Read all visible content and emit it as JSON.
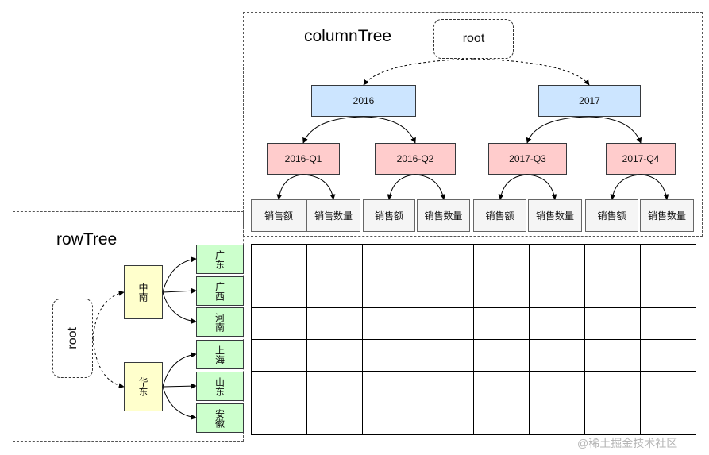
{
  "column_tree": {
    "title": "columnTree",
    "root": "root",
    "years": [
      {
        "label": "2016",
        "quarters": [
          "2016-Q1",
          "2016-Q2"
        ]
      },
      {
        "label": "2017",
        "quarters": [
          "2017-Q3",
          "2017-Q4"
        ]
      }
    ],
    "measures": [
      "销售额",
      "销售数量",
      "销售额",
      "销售数量",
      "销售额",
      "销售数量",
      "销售额",
      "销售数量"
    ]
  },
  "row_tree": {
    "title": "rowTree",
    "root": "root",
    "regions": [
      {
        "label": "中南",
        "provinces": [
          "广东",
          "广西",
          "河南"
        ]
      },
      {
        "label": "华东",
        "provinces": [
          "上海",
          "山东",
          "安徽"
        ]
      }
    ]
  },
  "grid": {
    "rows": 6,
    "cols": 8
  },
  "watermark": "@稀土掘金技术社区",
  "colors": {
    "year_fill": "#cce5ff",
    "quarter_fill": "#ffcccc",
    "measure_fill": "#f5f5f5",
    "region_fill": "#ffffcc",
    "province_fill": "#ccffcc"
  }
}
